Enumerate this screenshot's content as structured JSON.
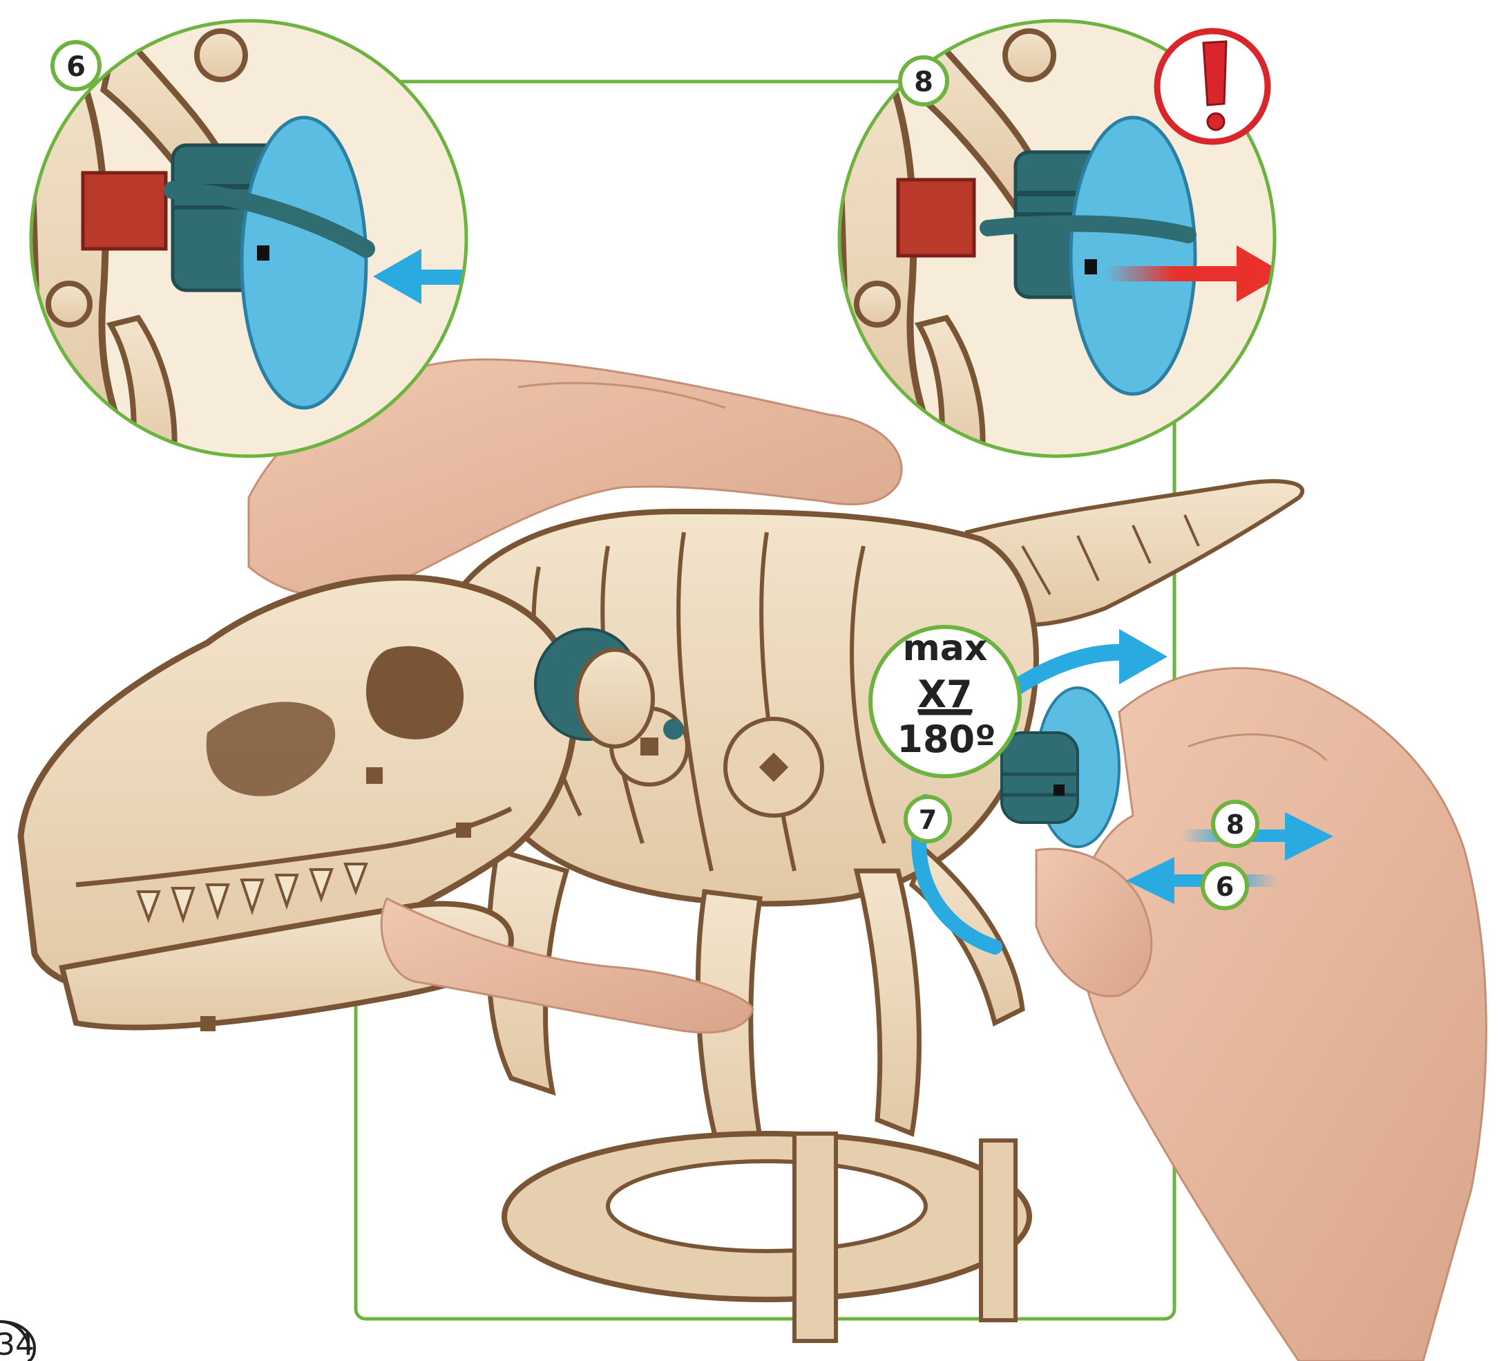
{
  "page": {
    "number": "34"
  },
  "colors": {
    "frame_green": "#6db33f",
    "arrow_blue": "#29abe2",
    "arrow_red": "#e8312a",
    "warning_red": "#d9262c",
    "plywood": "#ecd9bf",
    "plywood_edge": "#7a5535",
    "knob_blue": "#5bbde2",
    "knob_dark": "#2f6d73",
    "skin": "#e8b9a0",
    "gear_red": "#b93a2a"
  },
  "callouts": {
    "left": {
      "step": "6",
      "arrow": "push-in"
    },
    "right": {
      "step": "8",
      "arrow": "pull-out",
      "warning_mark": "!"
    }
  },
  "instruction": {
    "line1": "max",
    "line2": "X7",
    "line3": "180º"
  },
  "steps": {
    "rotate": "7",
    "pull": "8",
    "push": "6"
  },
  "icons": {
    "warning": "exclamation-warning-icon",
    "rotate": "curved-rotate-arrow-icon",
    "push": "left-arrow-icon",
    "pull": "right-arrow-icon"
  }
}
